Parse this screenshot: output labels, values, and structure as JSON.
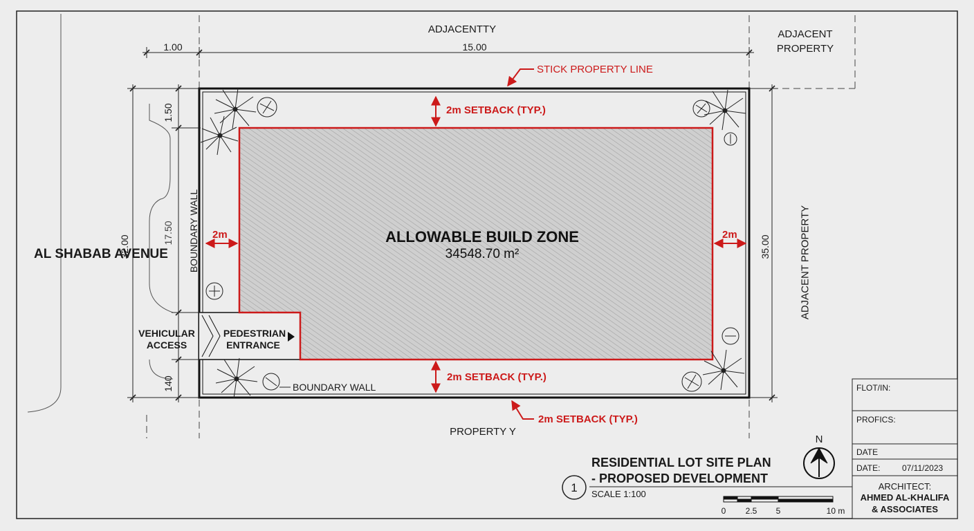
{
  "labels": {
    "adjacent_top": "ADJACENTTY",
    "adjacent_property_tr_line1": "ADJACENT",
    "adjacent_property_tr_line2": "PROPERTY",
    "stick_property_line": "STICK PROPERTY LINE",
    "setback_top": "2m SETBACK (TYP.)",
    "setback_bottom": "2m SETBACK (TYP.)",
    "setback_bottom_callout": "2m SETBACK (TYP.)",
    "setback_left": "2m",
    "setback_right": "2m",
    "build_zone_title": "ALLOWABLE BUILD ZONE",
    "build_zone_area": "34548.70 m²",
    "street_name": "AL SHABAB AVENUE",
    "boundary_wall_left": "BOUNDARY WALL",
    "boundary_wall_bottom": "BOUNDARY WALL",
    "adjacent_property_right": "ADJACENT PROPERTY",
    "vehicular_access_line1": "VEHICULAR",
    "vehicular_access_line2": "ACCESS",
    "pedestrian_entrance_line1": "PEDESTRIAN",
    "pedestrian_entrance_line2": "ENTRANCE",
    "property_bottom": "PROPERTY Y"
  },
  "dimensions": {
    "top_left_offset": "1.00",
    "top_width": "15.00",
    "left_top_setback": "1.50",
    "left_overall": "32.00",
    "left_inner": "17.50",
    "left_bottom": "140",
    "right_overall": "35.00"
  },
  "title_block": {
    "drawing_number": "1",
    "title_line1": "RESIDENTIAL LOT SITE PLAN",
    "title_line2": "- PROPOSED DEVELOPMENT",
    "scale": "SCALE 1:100",
    "north_label": "N",
    "scale_bar_ticks": [
      "0",
      "2.5",
      "5",
      "10 m"
    ],
    "fields": {
      "flot_label": "FLOT/IN:",
      "profics_label": "PROFICS:",
      "date_label": "DATE",
      "date2_label": "DATE:",
      "date_value": "07/11/2023",
      "architect_label": "ARCHITECT:",
      "architect_name_line1": "AHMED AL-KHALIFA",
      "architect_name_line2": "& ASSOCIATES"
    }
  },
  "colors": {
    "paper": "#ededed",
    "line": "#111111",
    "setback_red": "#cc1a1a",
    "hatch_fill": "#c8c8c8"
  }
}
